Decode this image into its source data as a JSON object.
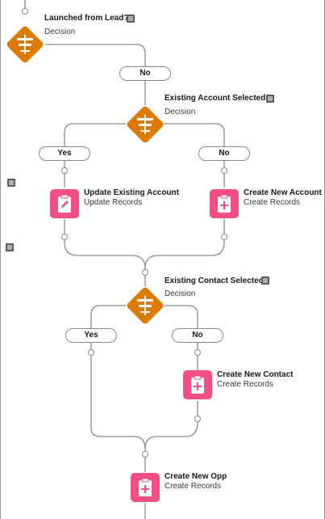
{
  "nodes": {
    "launched_from_lead": {
      "label": "Launched from Lead?",
      "type": "Decision"
    },
    "existing_account_selected": {
      "label": "Existing Account Selected?",
      "type": "Decision"
    },
    "update_existing_account": {
      "label": "Update Existing Account",
      "type": "Update Records"
    },
    "create_new_account": {
      "label": "Create New Account",
      "type": "Create Records"
    },
    "existing_contact_selected": {
      "label": "Existing Contact Selected",
      "type": "Decision"
    },
    "create_new_contact": {
      "label": "Create New Contact",
      "type": "Create Records"
    },
    "create_new_opp": {
      "label": "Create New Opp",
      "type": "Create Records"
    }
  },
  "outcomes": {
    "no_1": "No",
    "yes_2": "Yes",
    "no_2": "No",
    "yes_3": "Yes",
    "no_3": "No"
  },
  "colors": {
    "decision": "#dd7a01",
    "record": "#f44e87",
    "connector": "#8a8a8a"
  },
  "icons": {
    "decision": "decision-icon",
    "update": "pencil-clipboard-icon",
    "create": "plus-clipboard-icon",
    "note": "description-note-icon"
  }
}
